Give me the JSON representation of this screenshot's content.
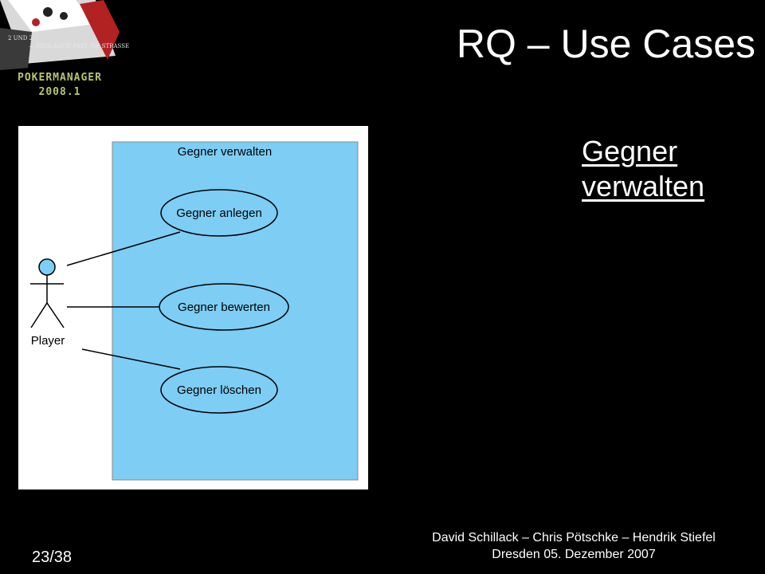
{
  "logo": {
    "line1": "POKERMANAGER",
    "line2": "2008.1",
    "tagline1": "2 UND 2",
    "tagline2": "— SIND AUCH FAST 'NE STRASSE"
  },
  "title": "RQ – Use Cases",
  "diagram": {
    "boundary_label": "Gegner verwalten",
    "actor_label": "Player",
    "use_cases": [
      "Gegner anlegen",
      "Gegner bewerten",
      "Gegner löschen"
    ]
  },
  "side_link": "Gegner verwalten",
  "footer": {
    "authors": "David Schillack – Chris Pötschke – Hendrik Stiefel",
    "date": "Dresden 05. Dezember 2007"
  },
  "page_number": "23/38",
  "colors": {
    "background": "#000000",
    "boundary_fill": "#7ecdf4",
    "actor_head": "#7ecdf4",
    "logo_text": "#b9c46a"
  }
}
